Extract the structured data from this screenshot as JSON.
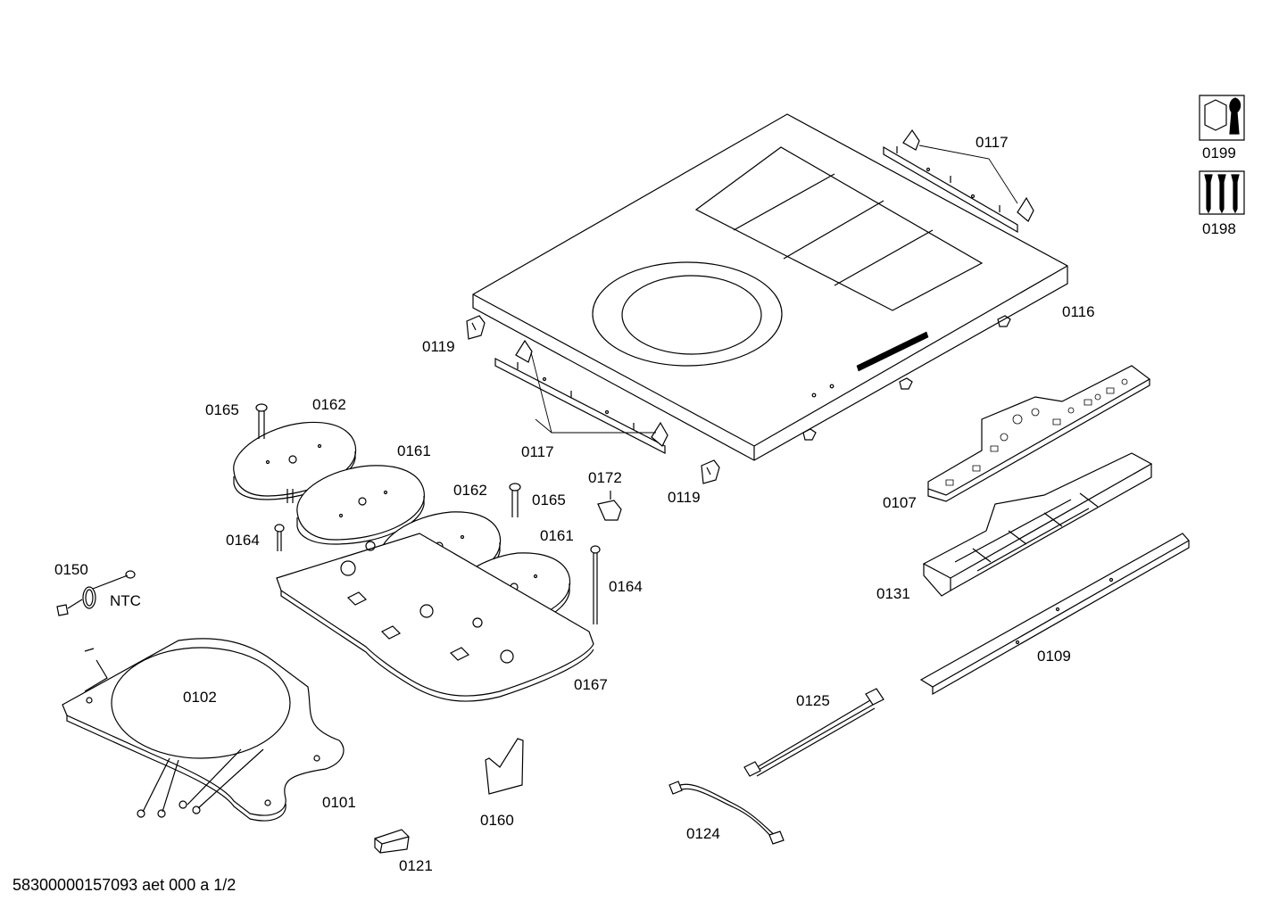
{
  "labels": {
    "p0116": "0116",
    "p0117a": "0117",
    "p0117b": "0117",
    "p0119a": "0119",
    "p0119b": "0119",
    "p0199": "0199",
    "p0198": "0198",
    "p0165a": "0165",
    "p0165b": "0165",
    "p0162a": "0162",
    "p0162b": "0162",
    "p0161a": "0161",
    "p0161b": "0161",
    "p0164a": "0164",
    "p0164b": "0164",
    "p0172": "0172",
    "p0107": "0107",
    "p0131": "0131",
    "p0109": "0109",
    "p0150": "0150",
    "ntc": "NTC",
    "p0102": "0102",
    "p0167": "0167",
    "p0101": "0101",
    "p0160": "0160",
    "p0121": "0121",
    "p0125": "0125",
    "p0124": "0124"
  },
  "footer": "58300000157093 aet 000 a 1/2",
  "icons": {
    "service": "wrench-nut-icon",
    "screws": "screws-icon"
  }
}
